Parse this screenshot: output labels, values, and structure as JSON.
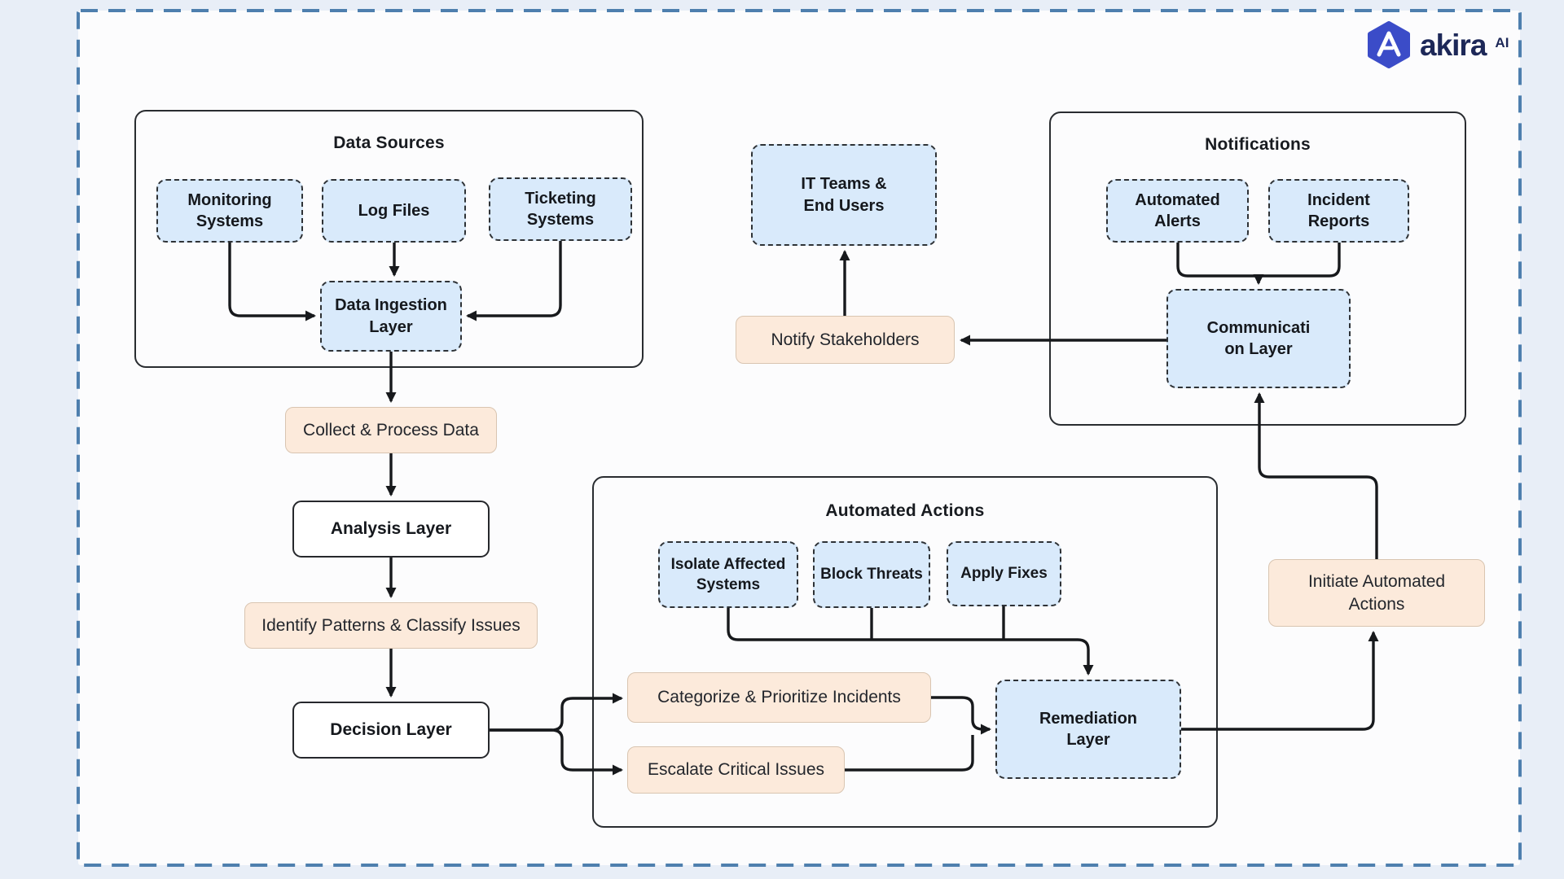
{
  "logo": {
    "name": "akira",
    "sup": "AI"
  },
  "style": {
    "frame_border": "#4e7fae",
    "canvas_fill": "#fcfcfd",
    "page_background": "#e8eef7",
    "node_blue_fill": "#d9eafb",
    "node_peach_fill": "#fceadb",
    "edge_color": "#17191c",
    "logo_hex_fill": "#3b4cc8",
    "logo_text_color": "#1d2858"
  },
  "groups": {
    "data_sources": {
      "title": "Data Sources"
    },
    "notifications": {
      "title": "Notifications"
    },
    "automated_actions": {
      "title": "Automated Actions"
    }
  },
  "nodes": {
    "monitoring": {
      "label": "Monitoring\nSystems"
    },
    "log_files": {
      "label": "Log Files"
    },
    "ticketing": {
      "label": "Ticketing\nSystems"
    },
    "ingestion": {
      "label": "Data Ingestion\nLayer"
    },
    "collect": {
      "label": "Collect & Process Data"
    },
    "analysis": {
      "label": "Analysis Layer"
    },
    "identify": {
      "label": "Identify Patterns & Classify Issues"
    },
    "decision": {
      "label": "Decision Layer"
    },
    "it_teams": {
      "label": "IT Teams &\nEnd Users"
    },
    "notify": {
      "label": "Notify Stakeholders"
    },
    "auto_alerts": {
      "label": "Automated\nAlerts"
    },
    "inc_reports": {
      "label": "Incident\nReports"
    },
    "comm_layer": {
      "label": "Communicati\non Layer"
    },
    "isolate": {
      "label": "Isolate Affected\nSystems"
    },
    "block": {
      "label": "Block Threats"
    },
    "apply": {
      "label": "Apply Fixes"
    },
    "categorize": {
      "label": "Categorize & Prioritize Incidents"
    },
    "escalate": {
      "label": "Escalate Critical Issues"
    },
    "remediation": {
      "label": "Remediation\nLayer"
    },
    "initiate": {
      "label": "Initiate Automated\nActions"
    }
  }
}
